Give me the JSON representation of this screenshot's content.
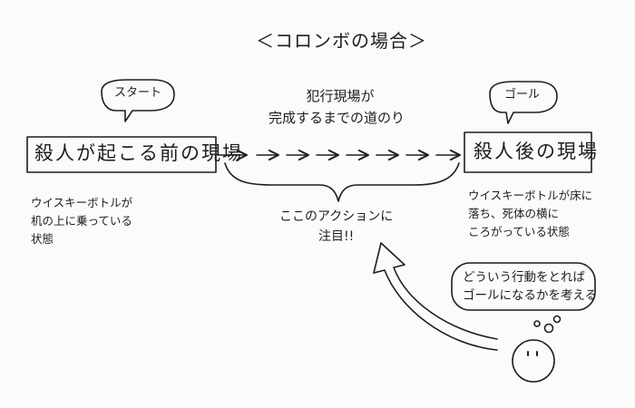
{
  "title": "＜コロンボの場合＞",
  "start": {
    "bubble": "スタート",
    "box": "殺人が起こる前の現場",
    "note": [
      "ウイスキーボトルが",
      "机の上に乗っている",
      "状態"
    ]
  },
  "middle": {
    "label": [
      "犯行現場が",
      "完成するまでの道のり"
    ],
    "focus": [
      "ここのアクションに",
      "注目!!"
    ]
  },
  "goal": {
    "bubble": "ゴール",
    "box": "殺人後の現場",
    "note": [
      "ウイスキーボトルが床に",
      "落ち、死体の横に",
      "ころがっている状態"
    ]
  },
  "thought": [
    "どういう行動をとれば",
    "ゴールになるかを考える"
  ],
  "colors": {
    "ink": "#1e1e1e",
    "paper": "#fbfbf9"
  }
}
